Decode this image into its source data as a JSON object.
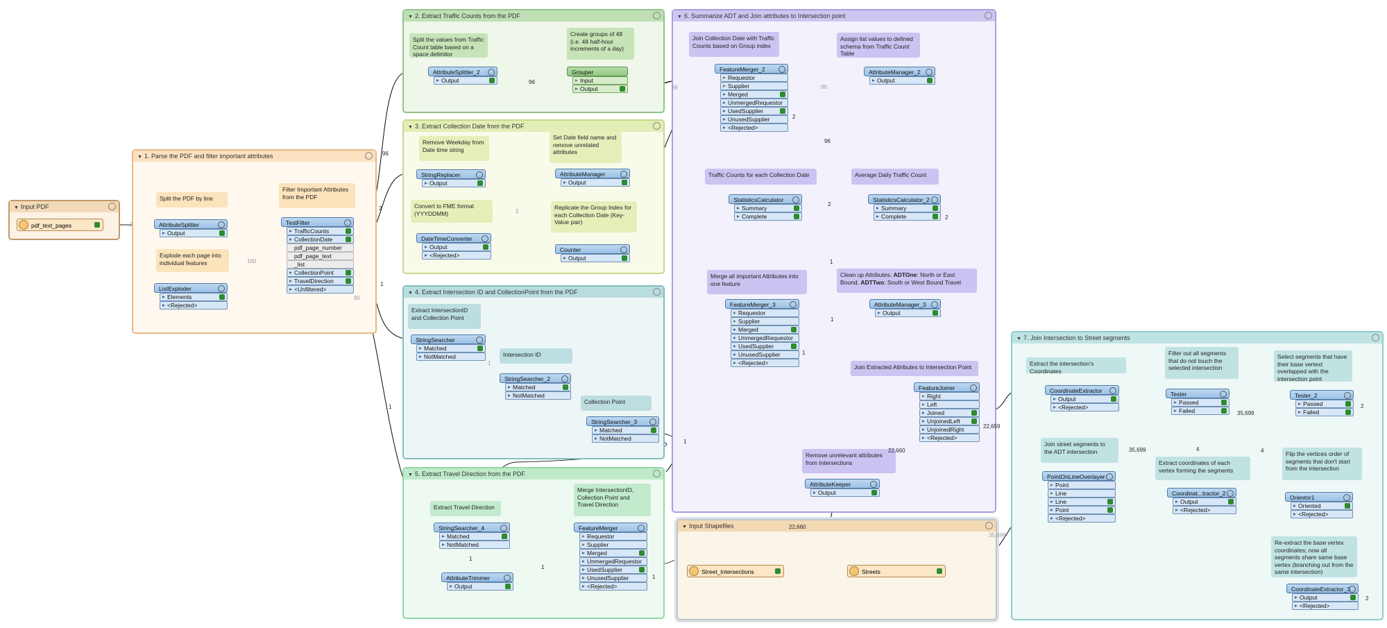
{
  "bookmarks": {
    "input_pdf": "Input PDF",
    "b1": "1. Parse the PDF and filter important attributes",
    "b2": "2. Extract Traffic Counts from the PDF",
    "b3": "3. Extract Collection Date from the PDF",
    "b4": "4. Extract Intersection ID and CollectionPoint from the PDF",
    "b5": "5. Extract Travel Direction from the PDF",
    "b6": "6. Summarize ADT and Join attributes to Intersection point",
    "b7": "7. Join Intersection to Street segments",
    "input_shapefiles": "Input Shapefiles"
  },
  "annotations": {
    "split_by_line": "Split the PDF by line",
    "explode_page": "Explode each page into individual features",
    "filter_important": "Filter Important Attributes from the PDF",
    "split_values": "Split the values from Traffic Count table based on a space delimitor",
    "create_groups": "Create groups of 48 (i.e. 48 half-hour increments of a day)",
    "remove_weekday": "Remove Weekday from Date time string",
    "set_date_field": "Set Date field name and remove unrelated attributes",
    "convert_fme": "Convert to FME format (YYYDDMM)",
    "replicate_group": "Replicate the Group Index for each Collection Date (Key-Value pair)",
    "extract_intersection_id": "Extract IntersectionID and Collection Point",
    "intersection_id": "Intersection ID",
    "collection_point": "Collection Point",
    "extract_travel_direction": "Extract Travel Direction",
    "merge_intersection": "Merge IntersectionID, Collection Point and Travel Direction",
    "join_collection_date": "Join Collection Date with Traffic Counts based on Group index",
    "assign_list": "Assign list values to defined schema from Traffic Count Table",
    "traffic_counts_each": "Traffic Counts for each Collection Date",
    "average_daily": "Average Daily Traffic Count",
    "merge_all": "Merge all important Attributes into one feature",
    "cleanup_pre": "Clean up Attributes. ",
    "cleanup_b1": "ADTOne",
    "cleanup_mid": ": North or East Bound. ",
    "cleanup_b2": "ADTTwo",
    "cleanup_post": ": South or West Bound Travel",
    "join_extracted": "Join Extracted Attributes to Intersection Point",
    "remove_unrelevant": "Remove unrelevant attributes from Intersections",
    "extract_coords": "Extract the intersection's Coordinates",
    "filter_segments": "Filter out all segments that do not touch the selected intersection",
    "select_segments": "Select segments that have their base vertext overlapped with the intersection point",
    "join_street": "Join street segments to the ADT intersection",
    "extract_vertex": "Extract coordinates of each vertex forming the segments",
    "flip_vertices": "Flip the vertices order of segments that don't start from the intersection",
    "reextract": "Re-extract the base vertex coordinates; now all segments share same base vertex (branching out from the same intersection)"
  },
  "readers": {
    "pdf_text_pages": "pdf_text_pages",
    "street_intersections": "Street_Intersections",
    "streets": "Streets"
  },
  "transformers": {
    "AttributeSplitter": {
      "name": "AttributeSplitter",
      "ports": [
        "Output"
      ]
    },
    "ListExploder": {
      "name": "ListExploder",
      "ports": [
        "Elements",
        "<Rejected>"
      ]
    },
    "TestFilter": {
      "name": "TestFilter",
      "ports": [
        "TrafficCounts",
        "CollectionDate",
        "pdf_page_number",
        "pdf_page_text",
        "_list",
        "CollectionPoint",
        "TravelDirection",
        "<Unfiltered>"
      ]
    },
    "AttributeSplitter_2": {
      "name": "AttributeSplitter_2",
      "ports": [
        "Output"
      ]
    },
    "Grouper": {
      "name": "Grouper",
      "ports": [
        "Input",
        "Output"
      ]
    },
    "StringReplacer": {
      "name": "StringReplacer",
      "ports": [
        "Output"
      ]
    },
    "AttributeManager": {
      "name": "AttributeManager",
      "ports": [
        "Output"
      ]
    },
    "DateTimeConverter": {
      "name": "DateTimeConverter",
      "ports": [
        "Output",
        "<Rejected>"
      ]
    },
    "Counter": {
      "name": "Counter",
      "ports": [
        "Output"
      ]
    },
    "StringSearcher": {
      "name": "StringSearcher",
      "ports": [
        "Matched",
        "NotMatched"
      ]
    },
    "StringSearcher_2": {
      "name": "StringSearcher_2",
      "ports": [
        "Matched",
        "NotMatched"
      ]
    },
    "StringSearcher_3": {
      "name": "StringSearcher_3",
      "ports": [
        "Matched",
        "NotMatched"
      ]
    },
    "StringSearcher_4": {
      "name": "StringSearcher_4",
      "ports": [
        "Matched",
        "NotMatched"
      ]
    },
    "AttributeTrimmer": {
      "name": "AttributeTrimmer",
      "ports": [
        "Output"
      ]
    },
    "FeatureMerger": {
      "name": "FeatureMerger",
      "ports": [
        "Requestor",
        "Supplier",
        "Merged",
        "UnmergedRequestor",
        "UsedSupplier",
        "UnusedSupplier",
        "<Rejected>"
      ]
    },
    "FeatureMerger_2": {
      "name": "FeatureMerger_2",
      "ports": [
        "Requestor",
        "Supplier",
        "Merged",
        "UnmergedRequestor",
        "UsedSupplier",
        "UnusedSupplier",
        "<Rejected>"
      ]
    },
    "AttributeManager_2": {
      "name": "AttributeManager_2",
      "ports": [
        "Output"
      ]
    },
    "StatisticsCalculator": {
      "name": "StatisticsCalculator",
      "ports": [
        "Summary",
        "Complete"
      ]
    },
    "StatisticsCalculator_2": {
      "name": "StatisticsCalculator_2",
      "ports": [
        "Summary",
        "Complete"
      ]
    },
    "FeatureMerger_3": {
      "name": "FeatureMerger_3",
      "ports": [
        "Requestor",
        "Supplier",
        "Merged",
        "UnmergedRequestor",
        "UsedSupplier",
        "UnusedSupplier",
        "<Rejected>"
      ]
    },
    "AttributeManager_3": {
      "name": "AttributeManager_3",
      "ports": [
        "Output"
      ]
    },
    "FeatureJoiner": {
      "name": "FeatureJoiner",
      "ports": [
        "Right",
        "Left",
        "Joined",
        "UnjoinedLeft",
        "UnjoinedRight",
        "<Rejected>"
      ]
    },
    "AttributeKeeper": {
      "name": "AttributeKeeper",
      "ports": [
        "Output"
      ]
    },
    "CoordinateExtractor": {
      "name": "CoordinateExtractor",
      "ports": [
        "Output",
        "<Rejected>"
      ]
    },
    "PointOnLineOverlayer": {
      "name": "PointOnLineOverlayer",
      "ports": [
        "Point",
        "Line",
        "Line",
        "Point",
        "<Rejected>"
      ]
    },
    "Tester": {
      "name": "Tester",
      "ports": [
        "Passed",
        "Failed"
      ]
    },
    "CoordinateExtractor_2": {
      "name": "Coordinat...tractor_2",
      "ports": [
        "Output",
        "<Rejected>"
      ]
    },
    "Tester_2": {
      "name": "Tester_2",
      "ports": [
        "Passed",
        "Failed"
      ]
    },
    "Orientor1": {
      "name": "Orientor1",
      "ports": [
        "Oriented",
        "<Rejected>"
      ]
    },
    "CoordinateExtractor_3": {
      "name": "CoordinateExtractor_3",
      "ports": [
        "Output",
        "<Rejected>"
      ]
    }
  },
  "counts": {
    "c_pdf_split": "2",
    "c_160": "160",
    "c_96_a": "96",
    "c_96_b": "96",
    "c_96_c": "96",
    "c_96_d": "96",
    "c_96_e": "96",
    "c_2_a": "2",
    "c_2_b": "2",
    "c_2_c": "2",
    "c_2_d": "2",
    "c_1_a": "1",
    "c_1_b": "1",
    "c_1_c": "1",
    "c_1_d": "1",
    "c_1_e": "1",
    "c_1_f": "1",
    "c_1_g": "1",
    "c_1_h": "1",
    "c_1_i": "1",
    "c_1_j": "1",
    "c_80": "80",
    "c_2_cd": "2",
    "c_22660_a": "22,660",
    "c_22660_b": "22,660",
    "c_22659": "22,659",
    "c_35699_a": "35,699",
    "c_35699_b": "35,699",
    "c_35699_c": "35,699",
    "c_4_a": "4",
    "c_4_b": "4",
    "c_2_e": "2",
    "c_2_f": "2"
  }
}
